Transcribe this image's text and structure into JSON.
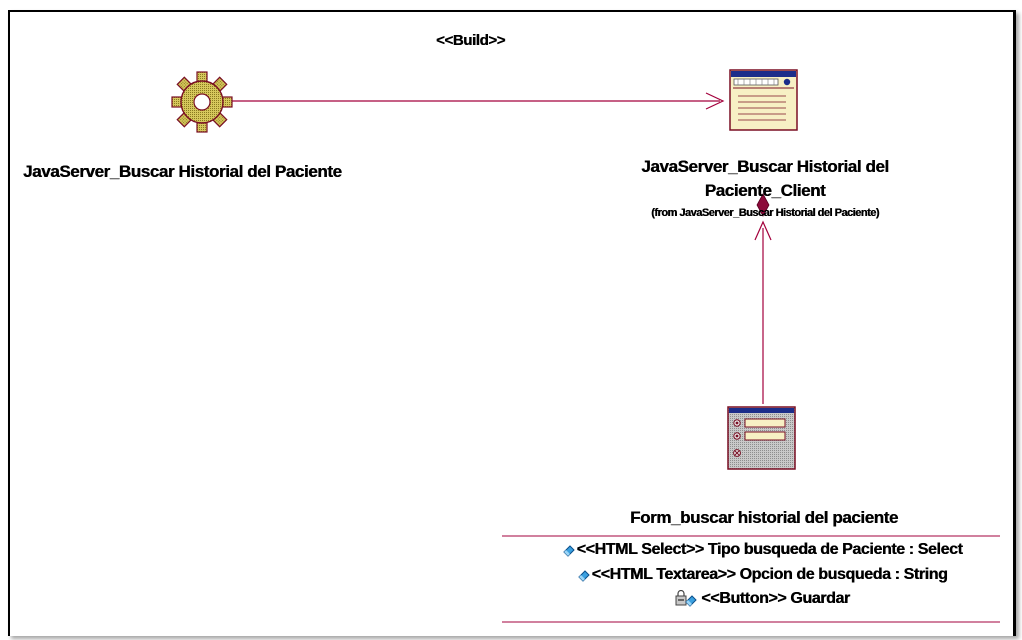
{
  "diagram": {
    "stereotype": "<<Build>>",
    "server_component": {
      "name": "JavaServer_Buscar Historial del Paciente",
      "icon": "gear-icon"
    },
    "client_page": {
      "name": "JavaServer_Buscar Historial del Paciente_Client",
      "name_line1": "JavaServer_Buscar Historial del",
      "name_line2": "Paciente_Client",
      "from": "(from JavaServer_Buscar Historial del Paciente)",
      "icon": "client-page-icon"
    },
    "form": {
      "name": "Form_buscar historial del paciente",
      "icon": "html-form-icon",
      "attributes": [
        {
          "text": "<<HTML Select>> Tipo busqueda de Paciente : Select",
          "icon": "attribute-icon"
        },
        {
          "text": "<<HTML Textarea>> Opcion de busqueda : String",
          "icon": "attribute-icon"
        },
        {
          "text": "<<Button>> Guardar",
          "icon": "protected-attribute-icon"
        }
      ]
    },
    "relations": [
      {
        "type": "build-dependency",
        "from": "JavaServer_Buscar Historial del Paciente",
        "to": "JavaServer_Buscar Historial del Paciente_Client"
      },
      {
        "type": "aggregation",
        "from": "Form_buscar historial del paciente",
        "to": "JavaServer_Buscar Historial del Paciente_Client"
      }
    ],
    "colors": {
      "line": "#a3003c",
      "icon_fill": "#f7f0c4",
      "gear_fill": "#d8c968",
      "page_header": "#1c2d8a"
    }
  }
}
